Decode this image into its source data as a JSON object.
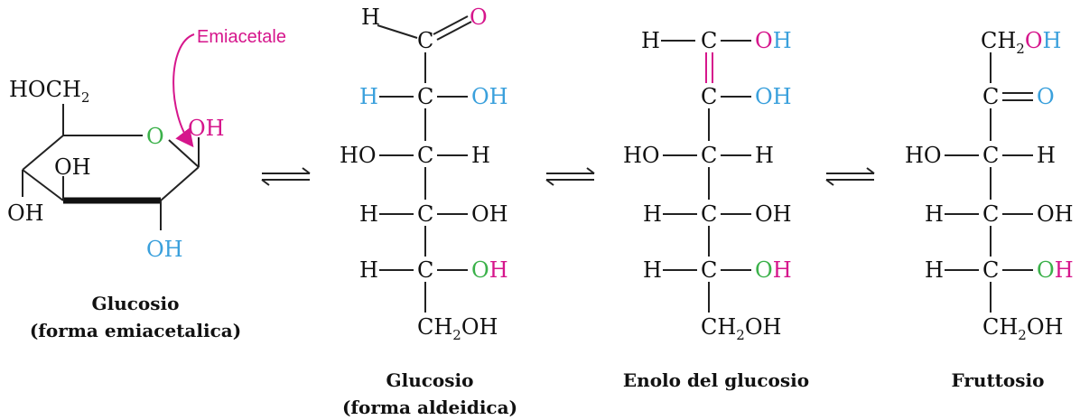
{
  "colors": {
    "black": "#111111",
    "magenta": "#d6168c",
    "blue": "#3aa0dc",
    "green": "#3bb14a"
  },
  "annotation": {
    "hemiacetal": "Emiacetale"
  },
  "symbols": {
    "H": "H",
    "O": "O",
    "C": "C",
    "OH": "OH",
    "HO": "HO",
    "CH": "CH",
    "sub2": "2",
    "HOCH": "HOCH"
  },
  "captions": {
    "glucose_cyclic_1": "Glucosio",
    "glucose_cyclic_2": "(forma emiacetalica)",
    "glucose_aldehyde_1": "Glucosio",
    "glucose_aldehyde_2": "(forma aldeidica)",
    "enol": "Enolo del glucosio",
    "fructose": "Fruttosio"
  },
  "equilibrium_icon": "equilibrium-arrows-icon"
}
